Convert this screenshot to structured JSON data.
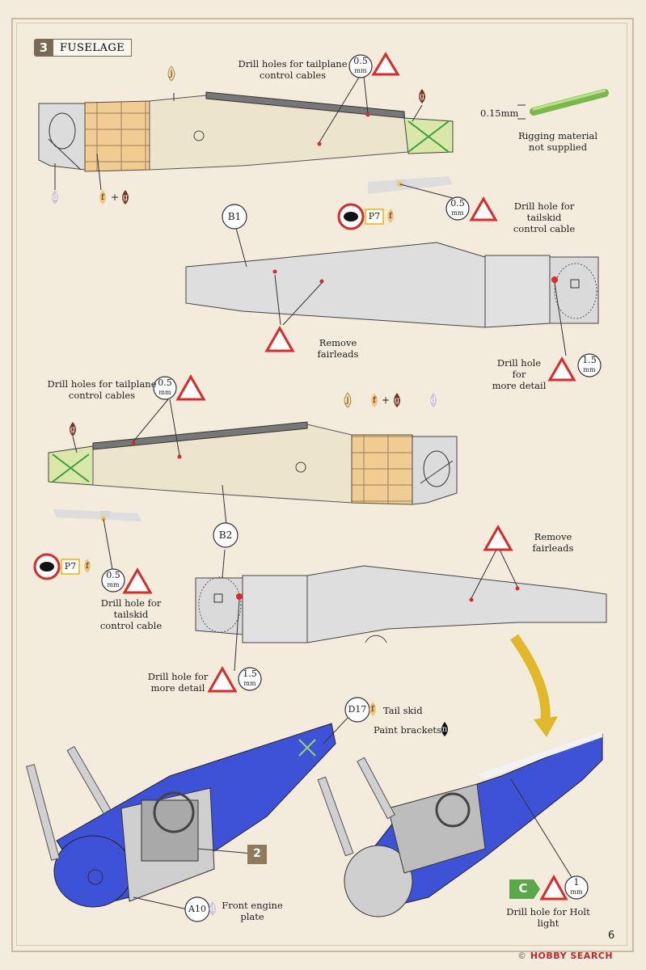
{
  "header": {
    "step_number": "3",
    "step_title": "FUSELAGE"
  },
  "labels": {
    "drill_holes_top": "Drill holes for tailplane\ncontrol cables",
    "drill_holes_mid": "Drill holes for tailplane\ncontrol cables",
    "rigging": "Rigging material\nnot supplied",
    "rigging_size": "0.15mm",
    "drill_tailskid_top": "Drill hole for tailskid\ncontrol cable",
    "drill_tailskid_bottom": "Drill hole for tailskid\ncontrol cable",
    "remove_fairleads_top": "Remove fairleads",
    "remove_fairleads_bottom": "Remove fairleads",
    "drill_detail_top": "Drill hole for\nmore detail",
    "drill_detail_bottom": "Drill hole for\nmore detail",
    "tail_skid": "Tail skid",
    "paint_brackets": "Paint brackets",
    "front_engine_plate": "Front engine\nplate",
    "drill_holt": "Drill hole for Holt light"
  },
  "drill_sizes": {
    "a": "0.5",
    "b": "0.5",
    "c": "1.5",
    "d": "0.5",
    "e": "0.5",
    "f": "1.5",
    "g": "1",
    "unit": "mm"
  },
  "part_refs": {
    "b1": "B1",
    "b2": "B2",
    "d17": "D17",
    "a10": "A10",
    "p7a": "P7",
    "p7b": "P7",
    "ref2": "2",
    "refC": "C"
  },
  "paint_codes": {
    "j": "j",
    "g": "g",
    "f": "f",
    "d": "d",
    "n": "n",
    "plus": "+"
  },
  "colors": {
    "wood": "#e9c489",
    "fabric": "#ece4cc",
    "metal": "#d5d5d5",
    "blue": "#3d52d6",
    "green": "#9ed46a",
    "warn_red": "#d92b2b"
  },
  "page_number": "6",
  "watermark": {
    "brand": "HOBBY SEARCH",
    "symbol": "©"
  }
}
